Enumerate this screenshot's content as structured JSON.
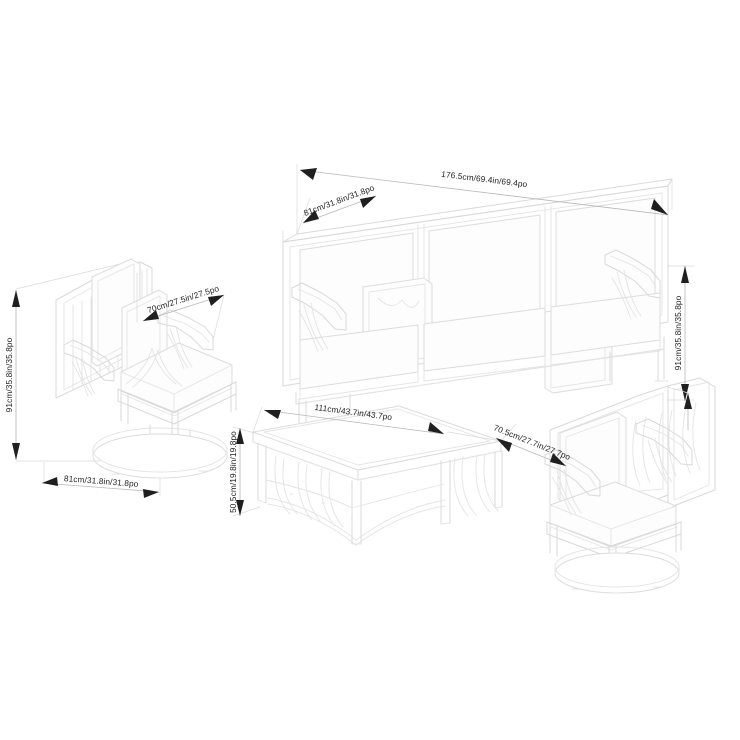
{
  "drawing": {
    "title": "Patio Conversation Set Dimension Diagram",
    "background_color": "#ffffff",
    "line_color": "#d9d9d9",
    "dimension_line_color": "#b8b8b8",
    "dimension_text_color": "#1f1f1f"
  },
  "dimensions": {
    "sofa_width": "176.5cm/69.4in/69.4po",
    "sofa_depth": "81cm/31.8in/31.8po",
    "sofa_height": "91cm/35.8in/35.8po",
    "chair_height": "91cm/35.8in/35.8po",
    "chair_width": "81cm/31.8in/31.8po",
    "chair_depth": "70cm/27.5in/27.5po",
    "table_width": "111cm/43.7in/43.7po",
    "table_depth": "70.5cm/27.7in/27.7po",
    "table_height": "50.5cm/19.8in/19.8po"
  },
  "items": {
    "left_chair": "swivel-rocker-chair-left",
    "sofa": "three-seat-sofa",
    "coffee_table": "rectangular-coffee-table",
    "right_chair": "swivel-rocker-chair-right"
  }
}
